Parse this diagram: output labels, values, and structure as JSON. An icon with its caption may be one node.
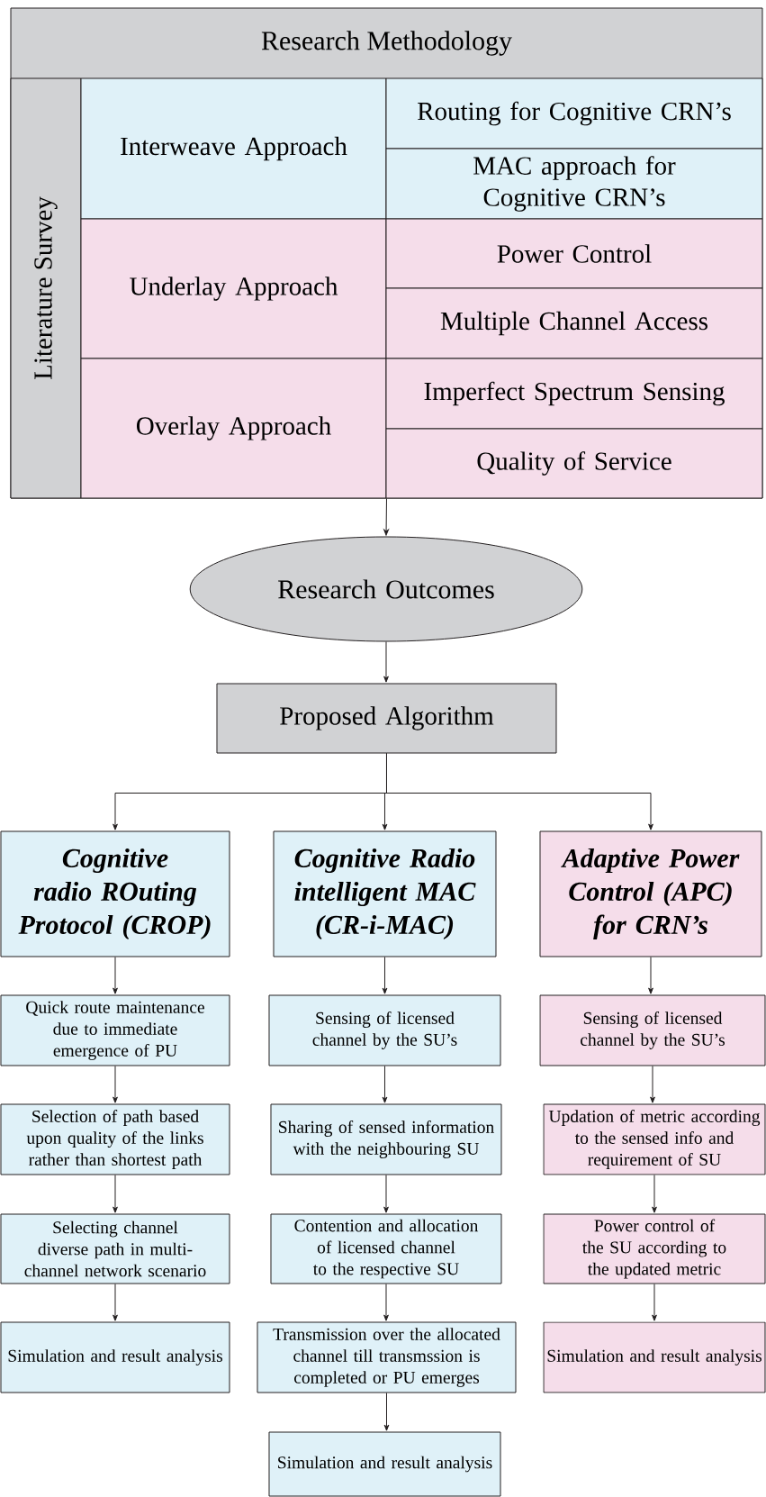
{
  "diagram": {
    "nodes": [
      {
        "text": [
          "Research Methodology"
        ]
      },
      {
        "text": [
          "Literature Survey"
        ],
        "in": 0
      },
      {
        "text": [
          "Interweave Approach"
        ],
        "in": 0
      },
      {
        "text": [
          "Routing for Cognitive CRN’s"
        ],
        "in": 0
      },
      {
        "text": [
          "MAC approach for Cognitive CRN’s"
        ],
        "in": 0
      },
      {
        "text": [
          "Underlay Approach"
        ],
        "in": 0
      },
      {
        "text": [
          "Power Control"
        ],
        "in": 0
      },
      {
        "text": [
          "Multiple Channel Access"
        ],
        "in": 0
      },
      {
        "text": [
          "Overlay Approach"
        ],
        "in": 0
      },
      {
        "text": [
          "Imperfect Spectrum Sensing"
        ],
        "in": 0
      },
      {
        "text": [
          "Quality of Service"
        ],
        "in": 0
      },
      {
        "text": [
          "Research Outcomes"
        ]
      },
      {
        "text": [
          "Proposed Algorithm"
        ]
      },
      {
        "text": [
          "Cognitive radio ROuting Protocol (CROP)"
        ]
      },
      {
        "text": [
          "Cognitive Radio intelligent MAC (CR-i-MAC)"
        ]
      },
      {
        "text": [
          "Adaptive Power Control (APC) for CRN’s"
        ]
      },
      {
        "text": [
          "Quick route maintenance due to immediate emergence of PU"
        ]
      },
      {
        "text": [
          "Sensing of licensed channel by the SU’s"
        ]
      },
      {
        "text": [
          "Sensing of licensed channel by the SU’s"
        ]
      },
      {
        "text": [
          "Selection of path based upon quality of the links rather than shortest path"
        ]
      },
      {
        "text": [
          "Sharing of sensed information with the neighbouring SU"
        ]
      },
      {
        "text": [
          "Updation of metric according to the sensed info and requirement of SU"
        ]
      },
      {
        "text": [
          "Selecting channel diverse path in multi-channel network scenario"
        ]
      },
      {
        "text": [
          "Contention and allocation of licensed channel to the respective SU"
        ]
      },
      {
        "text": [
          "Power control of the SU according to the updated metric"
        ]
      },
      {
        "text": [
          "Simulation and result analysis"
        ]
      },
      {
        "text": [
          "Transmission over the allocated channel till transmssion is completed or PU emerges"
        ]
      },
      {
        "text": [
          "Simulation and result analysis"
        ]
      },
      {
        "text": [
          "Simulation and result analysis"
        ]
      }
    ],
    "edges": [
      {
        "from": 0,
        "to": 11,
        "arrow": "to"
      },
      {
        "from": 11,
        "to": 12,
        "arrow": "to"
      },
      {
        "from": 12,
        "to": 13,
        "arrow": "to"
      },
      {
        "from": 12,
        "to": 14,
        "arrow": "to"
      },
      {
        "from": 12,
        "to": 15,
        "arrow": "to"
      },
      {
        "from": 13,
        "to": 16,
        "arrow": "to"
      },
      {
        "from": 16,
        "to": 19,
        "arrow": "to"
      },
      {
        "from": 19,
        "to": 22,
        "arrow": "to"
      },
      {
        "from": 22,
        "to": 25,
        "arrow": "to"
      },
      {
        "from": 14,
        "to": 17,
        "arrow": "to"
      },
      {
        "from": 17,
        "to": 20,
        "arrow": "to"
      },
      {
        "from": 20,
        "to": 23,
        "arrow": "to"
      },
      {
        "from": 23,
        "to": 26,
        "arrow": "to"
      },
      {
        "from": 26,
        "to": 28,
        "arrow": "to"
      },
      {
        "from": 15,
        "to": 18,
        "arrow": "to"
      },
      {
        "from": 18,
        "to": 21,
        "arrow": "to"
      },
      {
        "from": 21,
        "to": 24,
        "arrow": "to"
      },
      {
        "from": 24,
        "to": 27,
        "arrow": "to"
      }
    ]
  }
}
